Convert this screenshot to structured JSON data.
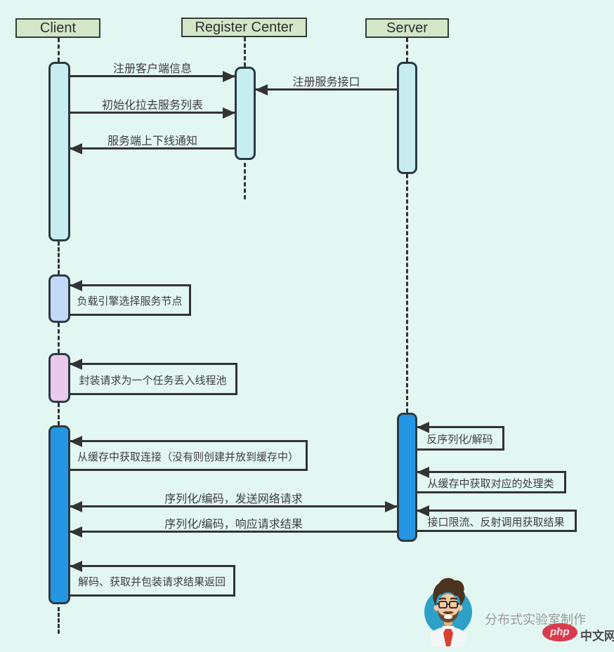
{
  "actors": {
    "client": "Client",
    "register_center": "Register Center",
    "server": "Server"
  },
  "messages": {
    "register_client_info": "注册客户端信息",
    "register_service_interface": "注册服务接口",
    "init_pull_service_list": "初始化拉去服务列表",
    "server_up_down_notice": "服务端上下线通知",
    "load_engine_select_node": "负载引擎选择服务节点",
    "wrap_request_into_threadpool": "封装请求为一个任务丢入线程池",
    "get_connection_from_cache": "从缓存中获取连接（没有则创建并放到缓存中）",
    "deserialize_decode": "反序列化/解码",
    "get_handler_from_cache": "从缓存中获取对应的处理类",
    "serialize_encode_send_request": "序列化/编码，发送网络请求",
    "rate_limit_reflection_invoke": "接口限流、反射调用获取结果",
    "serialize_encode_response_result": "序列化/编码，响应请求结果",
    "decode_wrap_result_return": "解码、获取并包装请求结果返回"
  },
  "footer": {
    "credit": "分布式实验室制作",
    "logo_php": "php",
    "logo_site": "中文网"
  },
  "colors": {
    "background": "#e3f7f2",
    "actor_fill": "#d3e6c8",
    "activation_cyan": "#c7edf0",
    "activation_light_blue": "#c4d9f8",
    "activation_pink": "#ebc9eb",
    "activation_blue": "#2596e3",
    "line": "#333333",
    "logo_red": "#d93a4d",
    "avatar_circle": "#2ea0c8"
  }
}
